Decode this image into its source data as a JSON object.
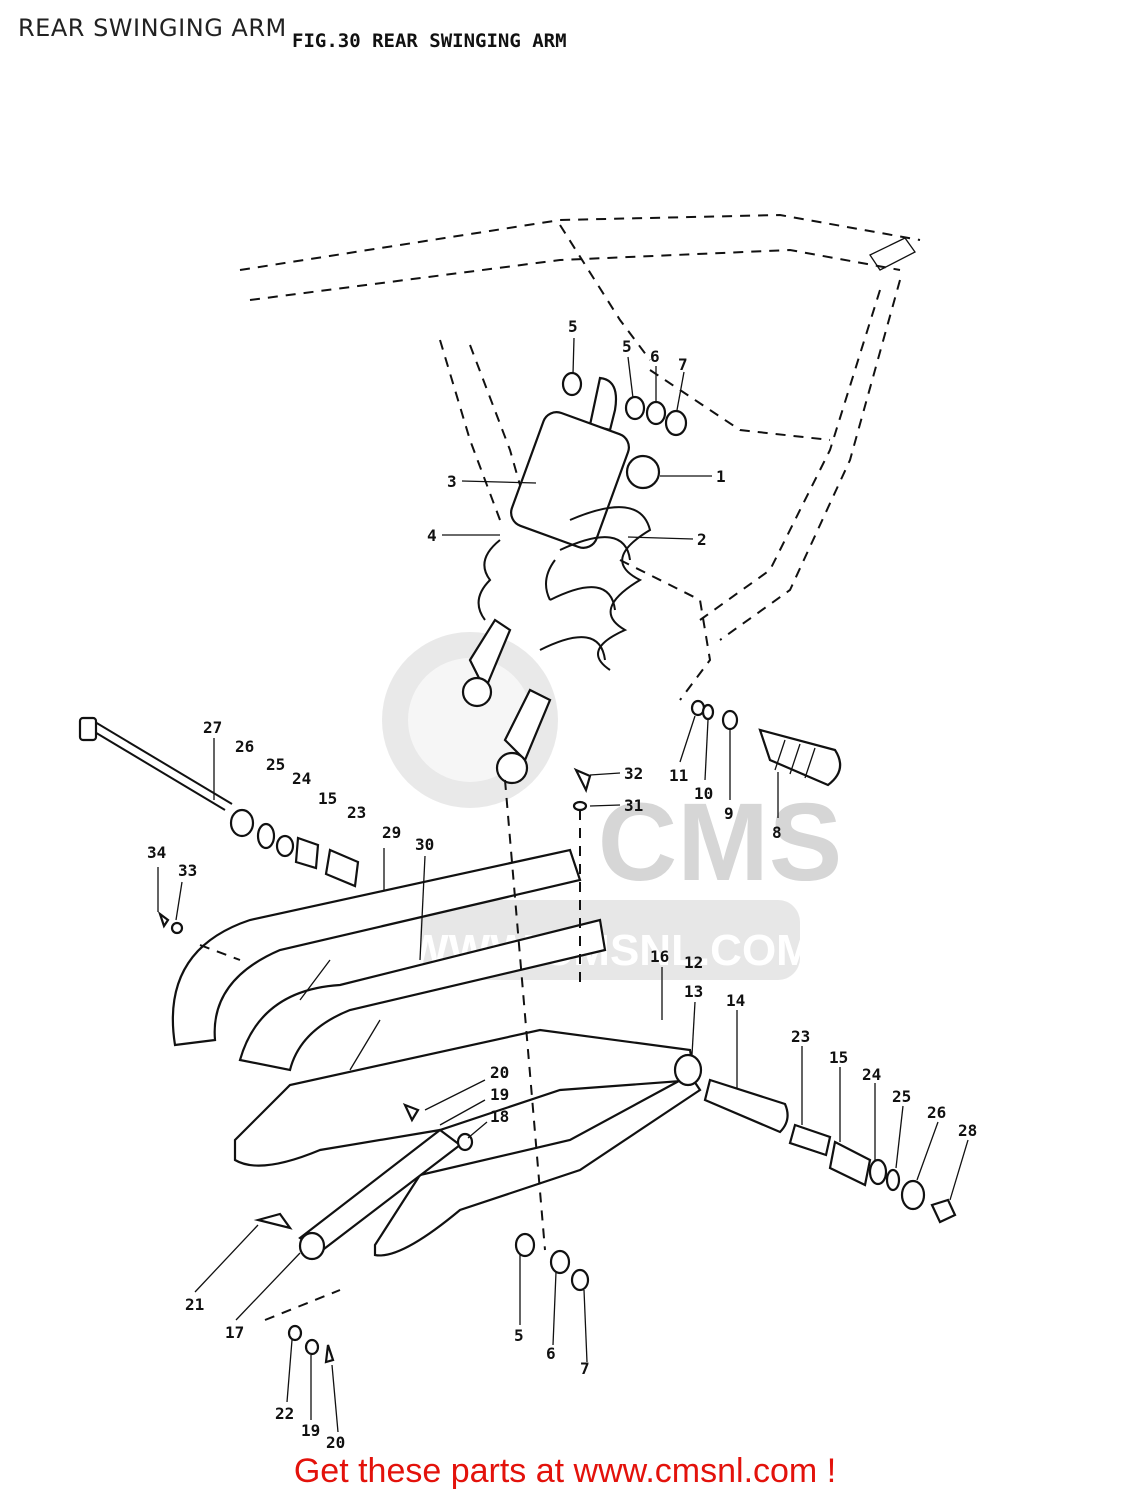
{
  "page": {
    "title": "REAR SWINGING ARM",
    "figure_title": "FIG.30  REAR SWINGING ARM",
    "footer": "Get these parts at www.cmsnl.com !"
  },
  "watermark": {
    "brand": "CMS",
    "url": "WWW.CMSNL.COM"
  },
  "callouts": [
    {
      "id": "c-5a",
      "text": "5"
    },
    {
      "id": "c-5b",
      "text": "5"
    },
    {
      "id": "c-6a",
      "text": "6"
    },
    {
      "id": "c-7a",
      "text": "7"
    },
    {
      "id": "c-1",
      "text": "1"
    },
    {
      "id": "c-3",
      "text": "3"
    },
    {
      "id": "c-2",
      "text": "2"
    },
    {
      "id": "c-4",
      "text": "4"
    },
    {
      "id": "c-32",
      "text": "32"
    },
    {
      "id": "c-31",
      "text": "31"
    },
    {
      "id": "c-11",
      "text": "11"
    },
    {
      "id": "c-10",
      "text": "10"
    },
    {
      "id": "c-9",
      "text": "9"
    },
    {
      "id": "c-8",
      "text": "8"
    },
    {
      "id": "c-27",
      "text": "27"
    },
    {
      "id": "c-26a",
      "text": "26"
    },
    {
      "id": "c-25a",
      "text": "25"
    },
    {
      "id": "c-24a",
      "text": "24"
    },
    {
      "id": "c-15a",
      "text": "15"
    },
    {
      "id": "c-23a",
      "text": "23"
    },
    {
      "id": "c-29",
      "text": "29"
    },
    {
      "id": "c-30",
      "text": "30"
    },
    {
      "id": "c-34",
      "text": "34"
    },
    {
      "id": "c-33",
      "text": "33"
    },
    {
      "id": "c-16",
      "text": "16"
    },
    {
      "id": "c-12",
      "text": "12"
    },
    {
      "id": "c-13",
      "text": "13"
    },
    {
      "id": "c-14",
      "text": "14"
    },
    {
      "id": "c-23b",
      "text": "23"
    },
    {
      "id": "c-15b",
      "text": "15"
    },
    {
      "id": "c-24b",
      "text": "24"
    },
    {
      "id": "c-25b",
      "text": "25"
    },
    {
      "id": "c-26b",
      "text": "26"
    },
    {
      "id": "c-28",
      "text": "28"
    },
    {
      "id": "c-20a",
      "text": "20"
    },
    {
      "id": "c-19a",
      "text": "19"
    },
    {
      "id": "c-18",
      "text": "18"
    },
    {
      "id": "c-21",
      "text": "21"
    },
    {
      "id": "c-17",
      "text": "17"
    },
    {
      "id": "c-5c",
      "text": "5"
    },
    {
      "id": "c-6b",
      "text": "6"
    },
    {
      "id": "c-7b",
      "text": "7"
    },
    {
      "id": "c-22",
      "text": "22"
    },
    {
      "id": "c-19b",
      "text": "19"
    },
    {
      "id": "c-20b",
      "text": "20"
    }
  ]
}
